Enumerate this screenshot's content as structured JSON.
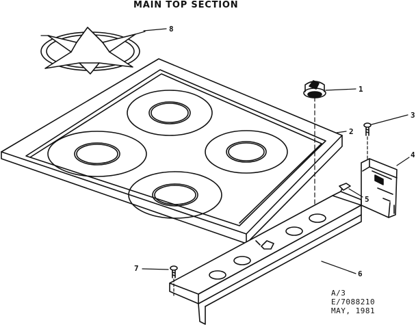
{
  "title": "MAIN TOP SECTION",
  "callouts": {
    "grate": "8",
    "knob": "1",
    "cooktop": "2",
    "screw_top": "3",
    "bracket": "4",
    "clip": "5",
    "panel": "6",
    "screw_left": "7"
  },
  "notes": {
    "line1": "A/3",
    "line2": "E/7088210",
    "line3": "MAY, 1981"
  }
}
